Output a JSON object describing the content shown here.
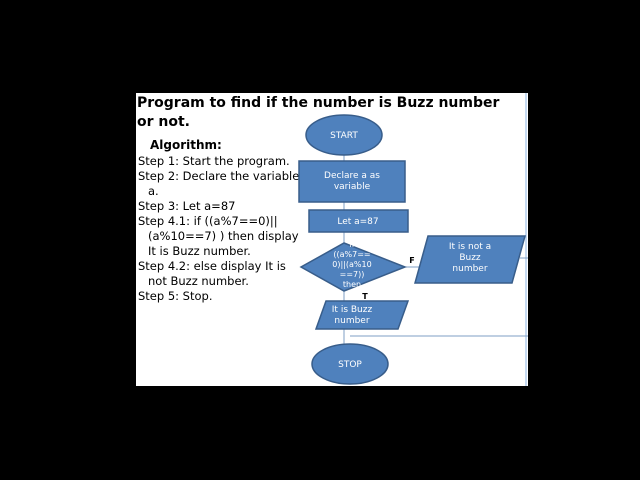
{
  "title": "Program to find if the number is Buzz number or not.",
  "algorithm": {
    "heading": "Algorithm:",
    "steps": [
      "Step 1: Start the program.",
      "Step 2: Declare the variable a.",
      "Step 3: Let a=87",
      "Step 4.1: if ((a%7==0)||(a%10==7) ) then display It is Buzz number.",
      "Step 4.2: else display It is not Buzz number.",
      "Step 5: Stop."
    ]
  },
  "flowchart": {
    "start": "START",
    "declare": [
      "Declare a as",
      "variable"
    ],
    "assign": "Let a=87",
    "decision": [
      "if",
      "((a%7==",
      "0)||(a%10",
      "==7))",
      "then"
    ],
    "false_output": [
      "It is not a",
      "Buzz",
      "number"
    ],
    "true_output": [
      "It is Buzz",
      "number"
    ],
    "stop": "STOP",
    "true_label": "T",
    "false_label": "F"
  },
  "colors": {
    "shape_fill": "#4f81bd",
    "shape_stroke": "#385d8a",
    "connector": "#7f9fc4",
    "slide_border": "#8eb4e3"
  }
}
